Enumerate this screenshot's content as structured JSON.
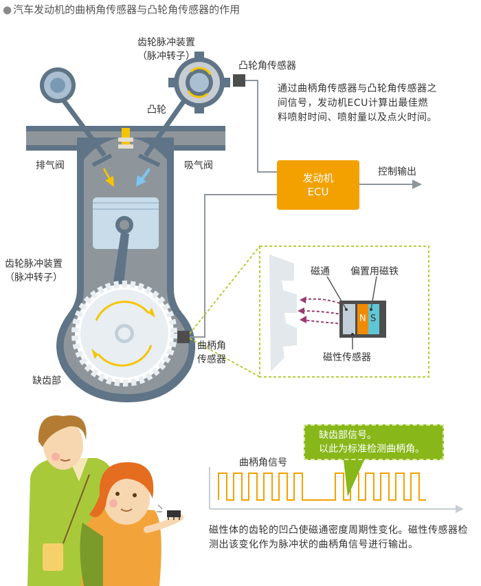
{
  "title": "汽车发动机的曲柄角传感器与凸轮角传感器的作用",
  "title_bullet": "●",
  "labels": {
    "gear_pulse_top_1": "齿轮脉冲装置",
    "gear_pulse_top_2": "（脉冲转子）",
    "cam": "凸轮",
    "cam_sensor": "凸轮角传感器",
    "exhaust_valve": "排气阀",
    "intake_valve": "吸气阀",
    "gear_pulse_left_1": "齿轮脉冲装置",
    "gear_pulse_left_2": "（脉冲转子）",
    "missing_tooth": "缺齿部",
    "crank_sensor_1": "曲柄角",
    "crank_sensor_2": "传感器",
    "control_output": "控制输出",
    "magnetic_flux": "磁通",
    "bias_magnet": "偏置用磁铁",
    "magnetic_sensor": "磁性传感器",
    "pole_n": "N",
    "pole_s": "S",
    "crank_signal": "曲柄角信号"
  },
  "ecu": {
    "line1": "发动机",
    "line2": "ECU"
  },
  "description_top": "通过曲柄角传感器与凸轮角传感器之间信号，发动机ECU计算出最佳燃料喷射时间、喷射量以及点火时间。",
  "callout": {
    "line1": "缺齿部信号。",
    "line2": "以此为标准检测曲柄角。"
  },
  "description_bottom": "磁性体的齿轮的凹凸使磁通密度周期性变化。磁性传感器检测出该变化作为脉冲状的曲柄角信号进行输出。",
  "colors": {
    "engine_outline": "#5f7486",
    "engine_fill": "#8e969c",
    "gear": "#e9eef2",
    "ecu": "#f2a100",
    "arrow_yellow": "#f5c400",
    "arrow_blue": "#7cc6ef",
    "signal": "#f2a100",
    "callout": "#88b71a",
    "magnet_orange": "#f08a00",
    "magnet_teal": "#5fc6d6",
    "flux": "#9b3a6e"
  },
  "icons": [
    "gear-icon",
    "camshaft-gear-icon",
    "spark-plug-icon",
    "piston-icon",
    "magnet-icon",
    "sensor-chip-icon"
  ]
}
